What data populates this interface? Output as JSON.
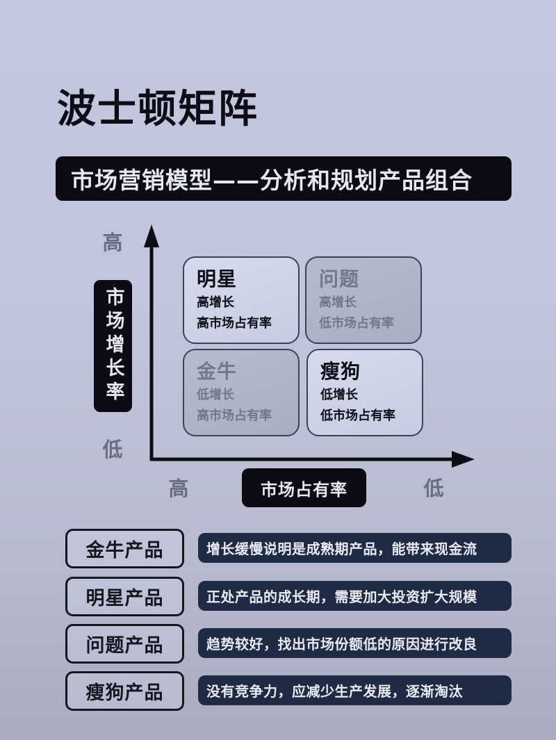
{
  "title": "波士顿矩阵",
  "subtitle": "市场营销模型——分析和规划产品组合",
  "y_axis": {
    "label": "市场增长率",
    "high_label": "高",
    "low_label": "低"
  },
  "x_axis": {
    "label": "市场占有率",
    "high_label": "高",
    "low_label": "低"
  },
  "quadrants": [
    {
      "name": "明星",
      "growth": "高增长",
      "share": "高市场占有率",
      "position": "top-left",
      "emphasis": "active"
    },
    {
      "name": "问题",
      "growth": "高增长",
      "share": "低市场占有率",
      "position": "top-right",
      "emphasis": "muted"
    },
    {
      "name": "金牛",
      "growth": "低增长",
      "share": "高市场占有率",
      "position": "bottom-left",
      "emphasis": "muted"
    },
    {
      "name": "瘦狗",
      "growth": "低增长",
      "share": "低市场占有率",
      "position": "bottom-right",
      "emphasis": "active"
    }
  ],
  "legend_rows": [
    {
      "label": "金牛产品",
      "description": "增长缓慢说明是成熟期产品，能带来现金流"
    },
    {
      "label": "明星产品",
      "description": "正处产品的成长期，需要加大投资扩大规模"
    },
    {
      "label": "问题产品",
      "description": "趋势较好，找出市场份额低的原因进行改良"
    },
    {
      "label": "瘦狗产品",
      "description": "没有竞争力，应减少生产发展，逐渐淘汰"
    }
  ],
  "colors": {
    "background_top": "#c4c8de",
    "background_bottom": "#a9abbf",
    "dark_band": "#0c0b14",
    "navy_pill": "#1f2a44",
    "muted_text": "#727789",
    "axis_end_text": "#6a6e7e",
    "light_text": "#e6e8f0"
  }
}
